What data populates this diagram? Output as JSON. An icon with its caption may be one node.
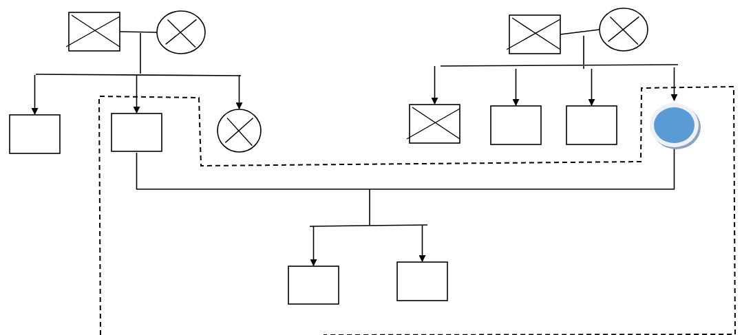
{
  "diagram": {
    "nodes": [
      {
        "text": [],
        "shape": "box"
      },
      {
        "text": [],
        "shape": "circle"
      },
      {
        "text": [],
        "shape": "box"
      },
      {
        "text": [],
        "shape": "box"
      },
      {
        "text": [],
        "shape": "circle"
      },
      {
        "text": [],
        "shape": "box"
      },
      {
        "text": [],
        "shape": "circle"
      },
      {
        "text": [],
        "shape": "box"
      },
      {
        "text": [],
        "shape": "box"
      },
      {
        "text": [],
        "shape": "box"
      },
      {
        "text": [],
        "shape": "circle"
      },
      {
        "text": [],
        "shape": "box"
      },
      {
        "text": [],
        "shape": "box"
      }
    ],
    "edges": [
      {
        "from": 0,
        "to": 1,
        "arrow": "none"
      },
      {
        "from": null,
        "to": 2,
        "arrow": "to"
      },
      {
        "from": null,
        "to": 3,
        "arrow": "to"
      },
      {
        "from": null,
        "to": 4,
        "arrow": "to"
      },
      {
        "from": 5,
        "to": 6,
        "arrow": "none"
      },
      {
        "from": null,
        "to": 7,
        "arrow": "to"
      },
      {
        "from": null,
        "to": 8,
        "arrow": "to"
      },
      {
        "from": null,
        "to": 9,
        "arrow": "to"
      },
      {
        "from": null,
        "to": 10,
        "arrow": "to"
      },
      {
        "from": 3,
        "to": 10,
        "arrow": "none"
      },
      {
        "from": null,
        "to": 11,
        "arrow": "to"
      },
      {
        "from": null,
        "to": 12,
        "arrow": "to"
      }
    ]
  }
}
